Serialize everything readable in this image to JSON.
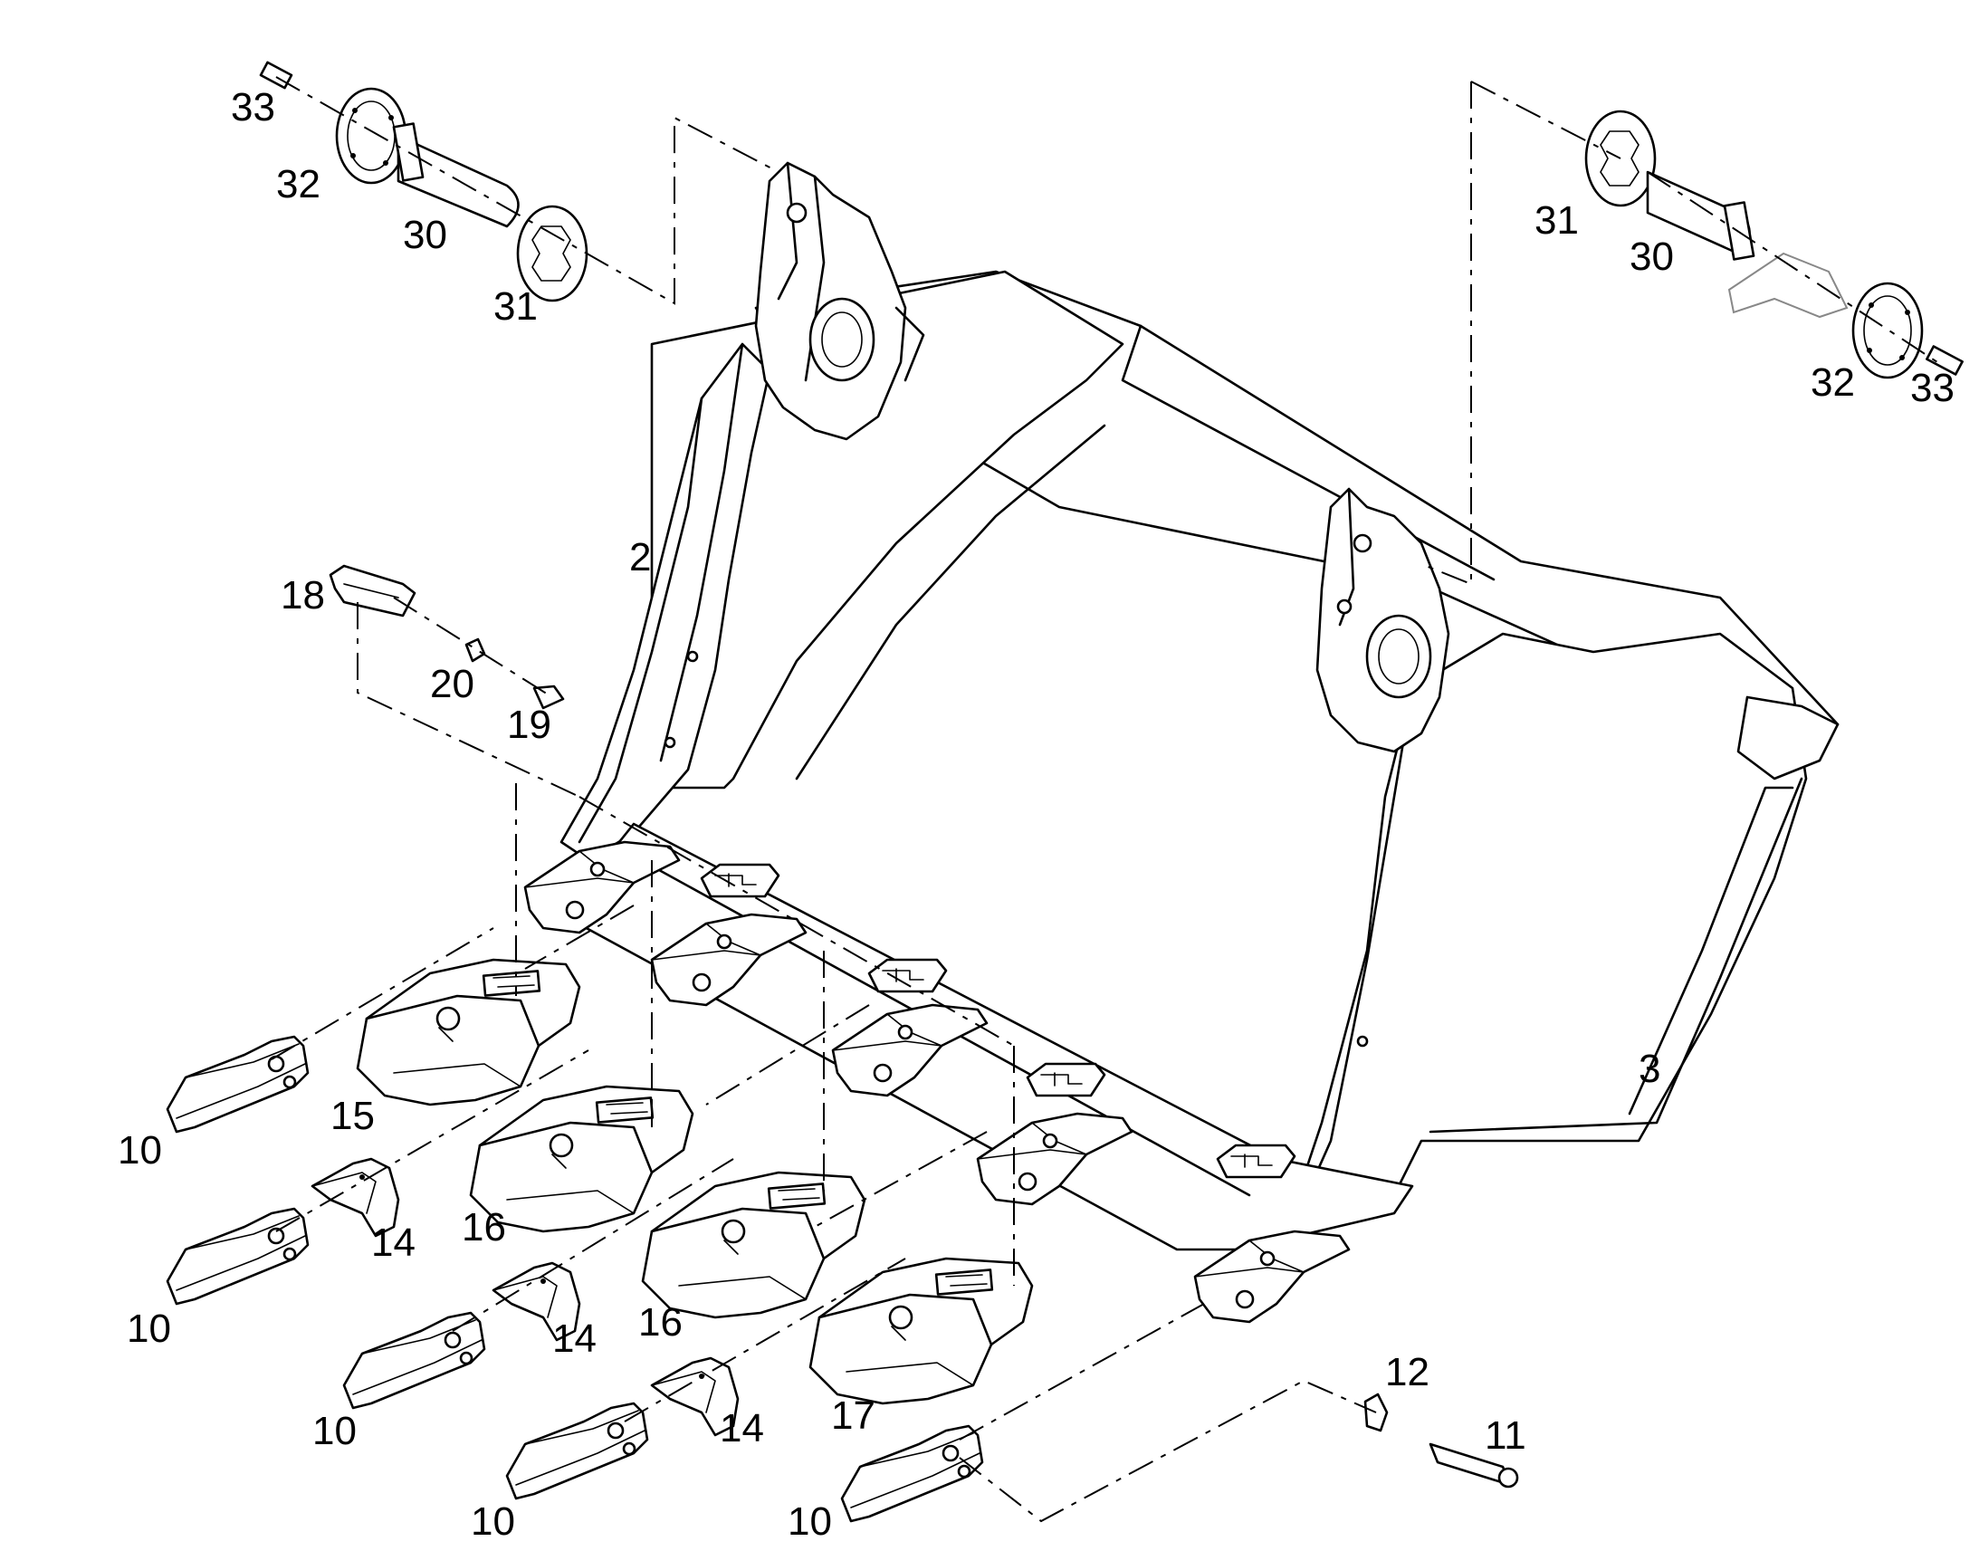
{
  "labels": {
    "p33a": "33",
    "p32a": "32",
    "p30a": "30",
    "p31a": "31",
    "p31b": "31",
    "p30b": "30",
    "p32b": "32",
    "p33b": "33",
    "p2": "2",
    "p3": "3",
    "p18": "18",
    "p20": "20",
    "p19": "19",
    "p15": "15",
    "p16a": "16",
    "p16b": "16",
    "p17": "17",
    "p14a": "14",
    "p14b": "14",
    "p14c": "14",
    "p10a": "10",
    "p10b": "10",
    "p10c": "10",
    "p10d": "10",
    "p10e": "10",
    "p12": "12",
    "p11": "11"
  }
}
